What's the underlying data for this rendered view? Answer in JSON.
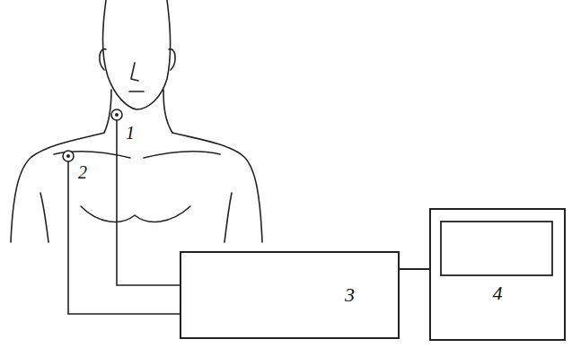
{
  "diagram": {
    "nodes": [
      {
        "text": [
          "3"
        ]
      },
      {
        "text": [
          "4"
        ]
      }
    ],
    "edges": [
      {
        "from": 0,
        "to": 1,
        "arrow": "none"
      }
    ],
    "labels": [
      "1",
      "2"
    ]
  }
}
